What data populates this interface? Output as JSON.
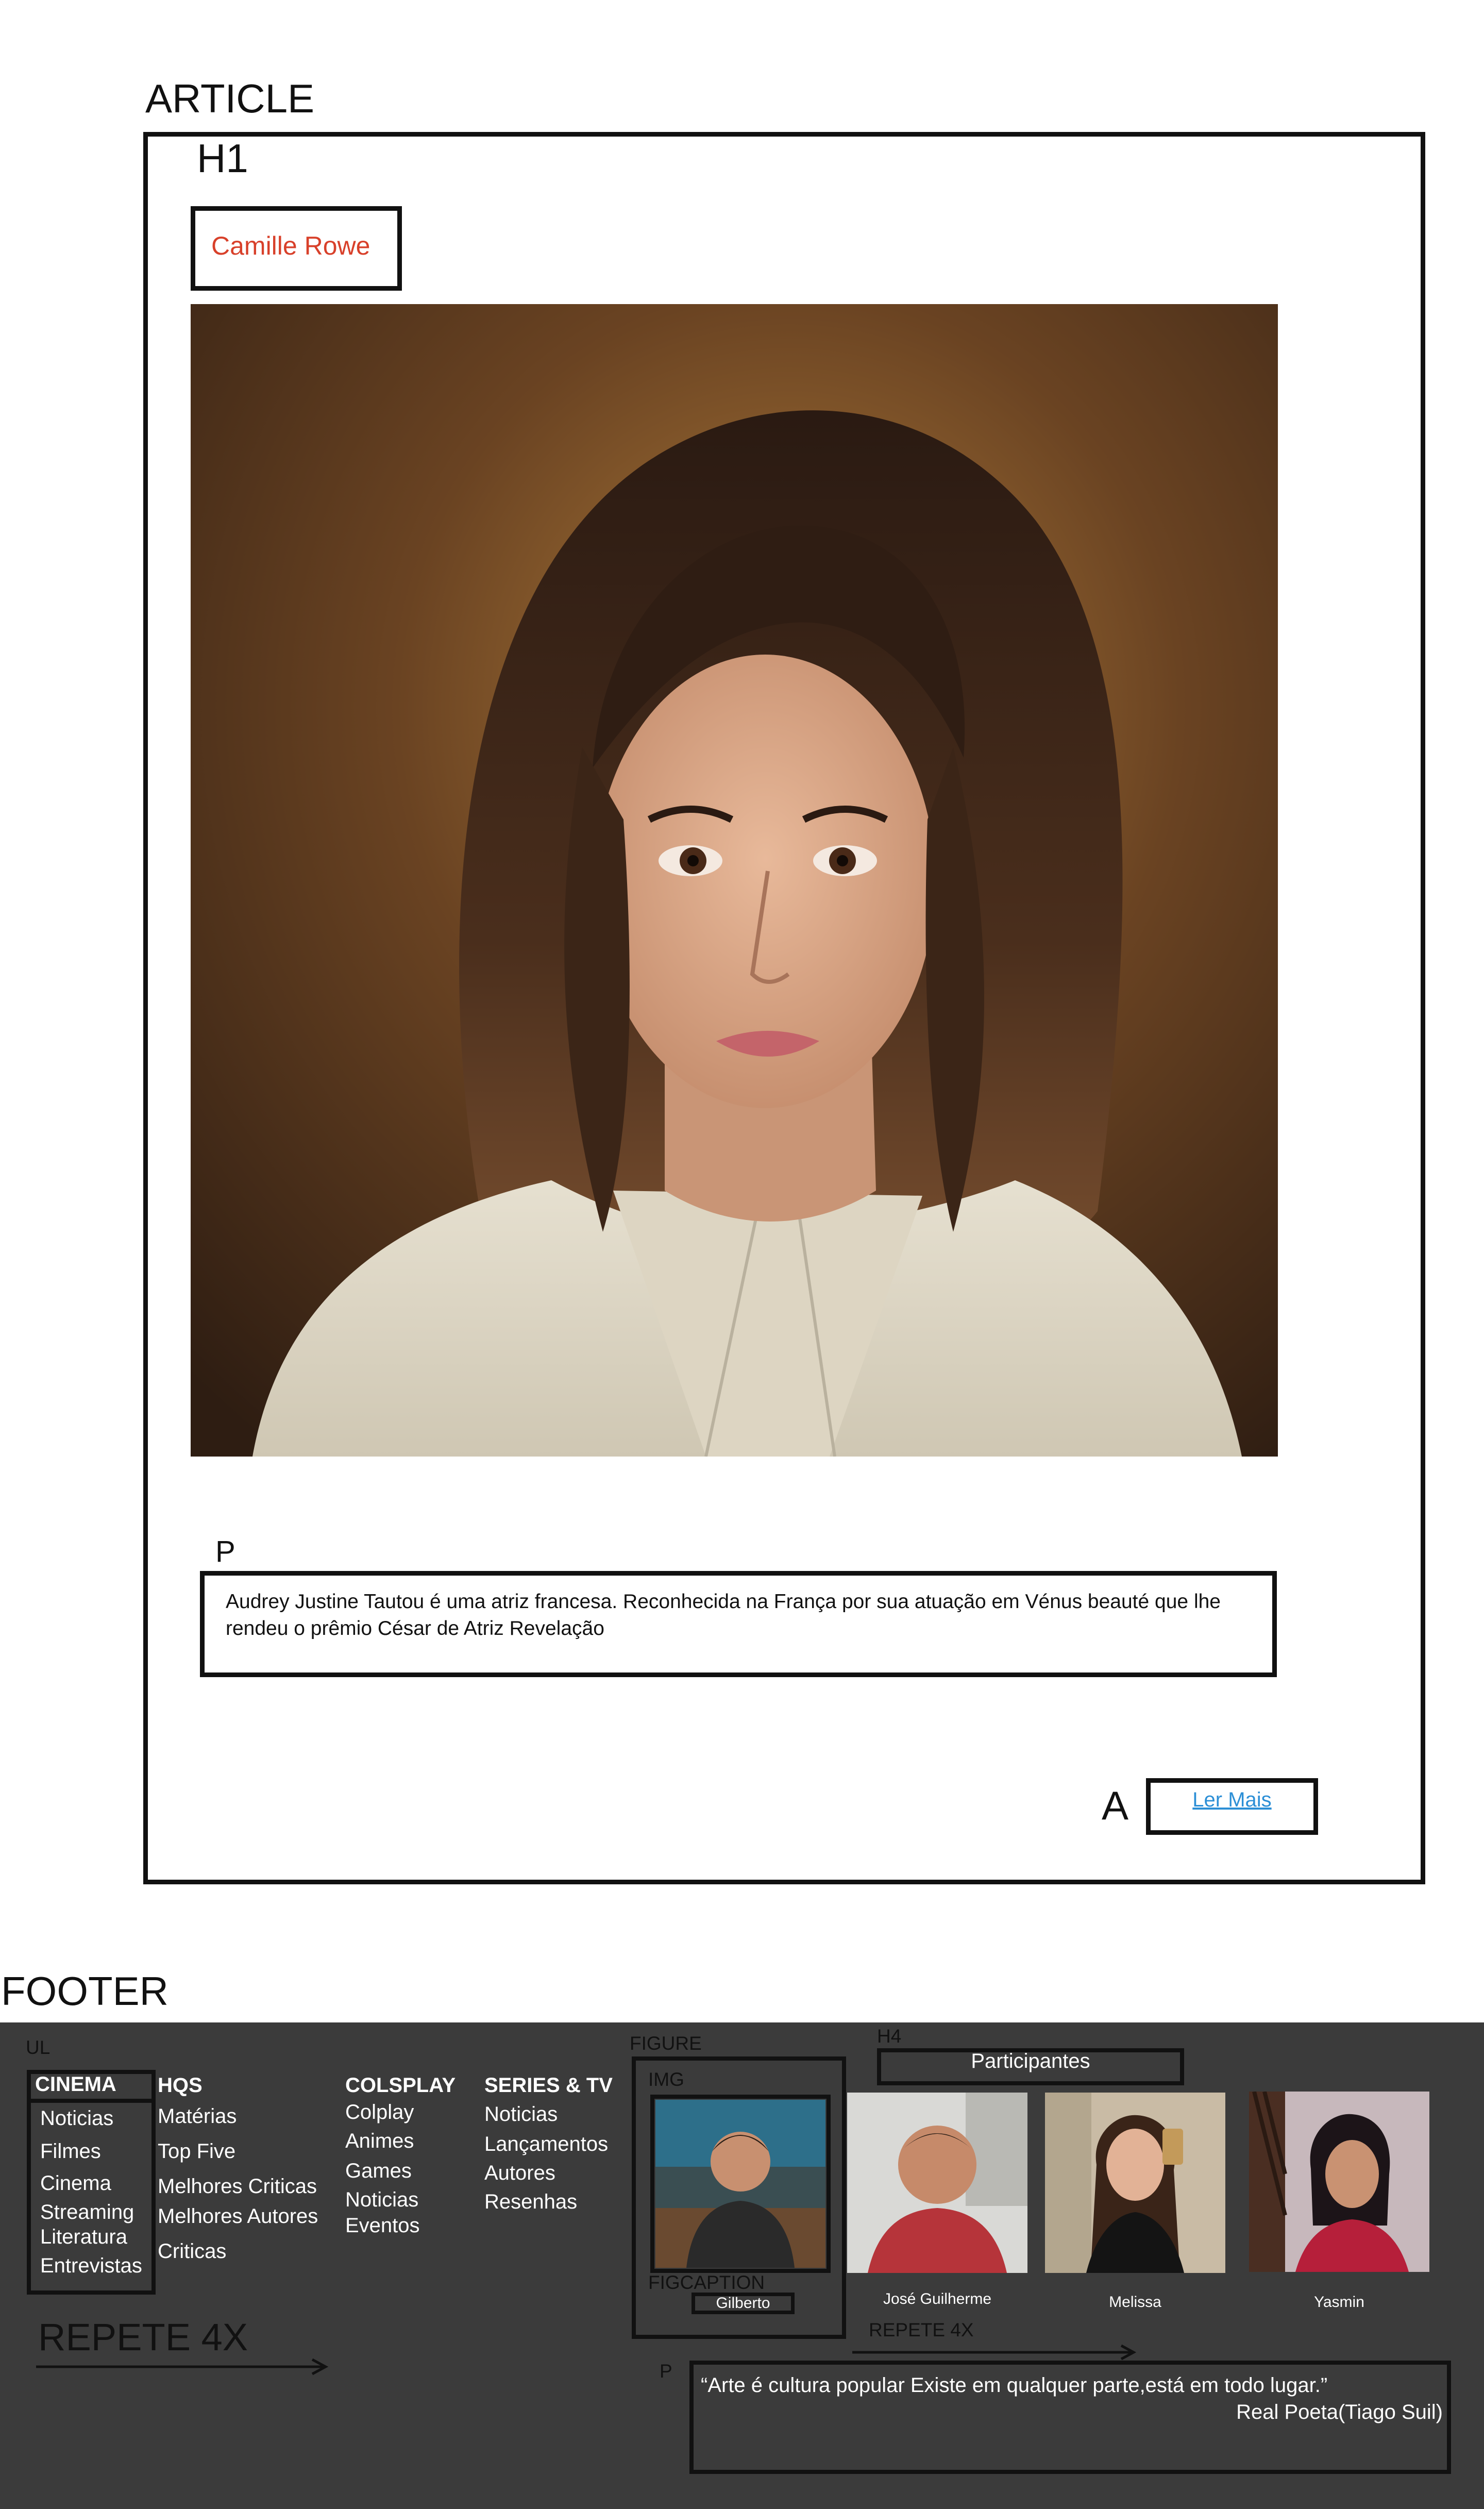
{
  "labels": {
    "article": "ARTICLE",
    "h1": "H1",
    "p": "P",
    "a": "A",
    "footer": "FOOTER",
    "ul": "UL",
    "figure": "FIGURE",
    "img": "IMG",
    "figcaption": "FIGCAPTION",
    "h4": "H4",
    "p_footer": "P",
    "repete_menu": "REPETE 4X",
    "repete_photos": "REPETE 4X"
  },
  "article": {
    "title": "Camille Rowe",
    "paragraph": "Audrey Justine Tautou é uma atriz francesa. Reconhecida na França por sua atuação em Vénus beauté que lhe rendeu o prêmio César de Atriz Revelação",
    "link": "Ler Mais"
  },
  "footer": {
    "menus": [
      {
        "title": "CINEMA",
        "items": [
          "Noticias",
          "Filmes",
          "Cinema",
          "Streaming",
          "Literatura",
          "Entrevistas"
        ]
      },
      {
        "title": "HQS",
        "items": [
          "Matérias",
          "Top Five",
          "Melhores Criticas",
          "Melhores Autores",
          "Criticas"
        ]
      },
      {
        "title": "COLSPLAY",
        "items": [
          "Colplay",
          "Animes",
          "Games",
          "Noticias",
          "Eventos"
        ]
      },
      {
        "title": "SERIES & TV",
        "items": [
          "Noticias",
          "Lançamentos",
          "Autores",
          "Resenhas"
        ]
      }
    ],
    "participants_title": "Participantes",
    "participants": [
      "Gilberto",
      "José Guilherme",
      "Melissa",
      "Yasmin"
    ],
    "quote": "“Arte é cultura popular Existe em qualquer parte,está em todo lugar.”",
    "quote_author": "Real Poeta(Tiago Suil)"
  },
  "colors": {
    "title": "#d8402a",
    "link": "#2c8fd6",
    "footer_bg": "#3b3b3b"
  }
}
